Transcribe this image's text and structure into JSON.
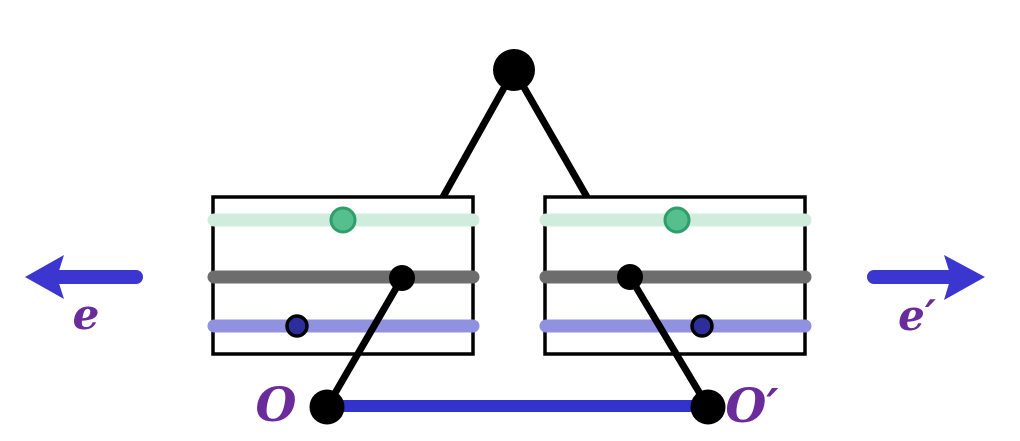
{
  "labels": {
    "left_arrow": "e",
    "right_arrow": "e′",
    "left_node": "O",
    "right_node": "O′"
  },
  "colors": {
    "node_black": "#000000",
    "box_border": "#000000",
    "mint_band": "#cfecdd",
    "gray_band": "#6d6d6d",
    "periwinkle_band": "#9191e2",
    "green_marker_fill": "#55bf8e",
    "green_marker_stroke": "#2f9e6b",
    "navy_marker_fill": "#2d2d9b",
    "navy_marker_stroke": "#000000",
    "base_segment_blue": "#3232cc",
    "arrow_blue": "#3a36cf",
    "label_purple": "#6a2c9b",
    "background": "#ffffff"
  }
}
